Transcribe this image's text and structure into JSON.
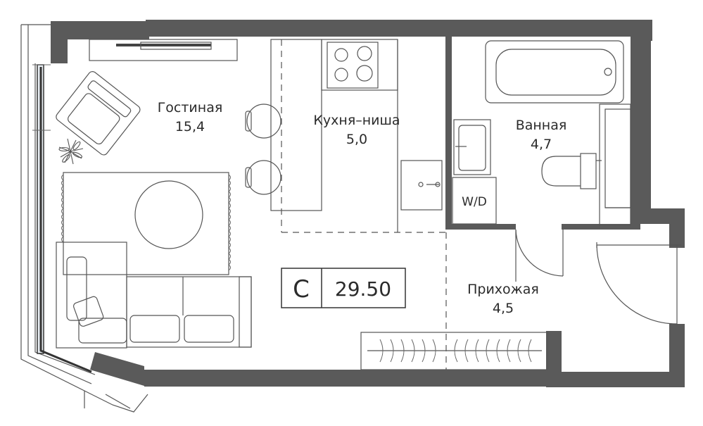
{
  "rooms": {
    "living": {
      "name": "Гостиная",
      "area": "15,4"
    },
    "kitchen": {
      "name": "Кухня–ниша",
      "area": "5,0"
    },
    "bathroom": {
      "name": "Ванная",
      "area": "4,7"
    },
    "hallway": {
      "name": "Прихожая",
      "area": "4,5"
    }
  },
  "washer_label": "W/D",
  "apartment": {
    "type": "C",
    "total_area": "29.50"
  },
  "colors": {
    "wall": "#5a5a5a",
    "line": "#555555",
    "text": "#2b2b2b"
  }
}
